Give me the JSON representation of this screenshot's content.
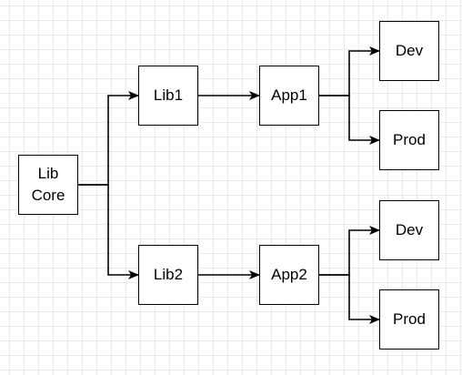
{
  "diagram": {
    "nodes": {
      "libcore": {
        "label": "Lib\nCore"
      },
      "lib1": {
        "label": "Lib1"
      },
      "lib2": {
        "label": "Lib2"
      },
      "app1": {
        "label": "App1"
      },
      "app2": {
        "label": "App2"
      },
      "dev1": {
        "label": "Dev"
      },
      "prod1": {
        "label": "Prod"
      },
      "dev2": {
        "label": "Dev"
      },
      "prod2": {
        "label": "Prod"
      }
    },
    "edges": [
      {
        "from": "libcore",
        "to": "lib1"
      },
      {
        "from": "libcore",
        "to": "lib2"
      },
      {
        "from": "lib1",
        "to": "app1"
      },
      {
        "from": "lib2",
        "to": "app2"
      },
      {
        "from": "app1",
        "to": "dev1"
      },
      {
        "from": "app1",
        "to": "prod1"
      },
      {
        "from": "app2",
        "to": "dev2"
      },
      {
        "from": "app2",
        "to": "prod2"
      }
    ],
    "colors": {
      "stroke": "#000000",
      "node_fill": "#ffffff",
      "grid": "#e9e9e9",
      "background": "#ffffff"
    }
  }
}
